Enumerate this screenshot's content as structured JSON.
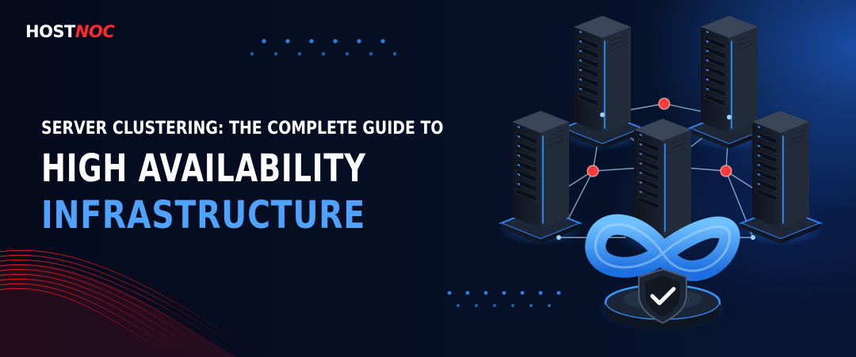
{
  "brand": {
    "name_part1": "HOST",
    "name_part2": "NOC",
    "colors": {
      "white": "#ffffff",
      "red": "#ff2a2a"
    }
  },
  "headline": {
    "line1": "SERVER CLUSTERING: THE COMPLETE GUIDE TO",
    "line2": "HIGH AVAILABILITY",
    "line3": "INFRASTRUCTURE"
  },
  "colors": {
    "background": "#050b1e",
    "accent_blue": "#4fa3ff",
    "server_light": "#2a8cff",
    "node_red": "#ff3b3b"
  },
  "illustration": {
    "server_count": 5,
    "icons": [
      "server-icon",
      "infinity-icon",
      "shield-check-icon"
    ]
  }
}
